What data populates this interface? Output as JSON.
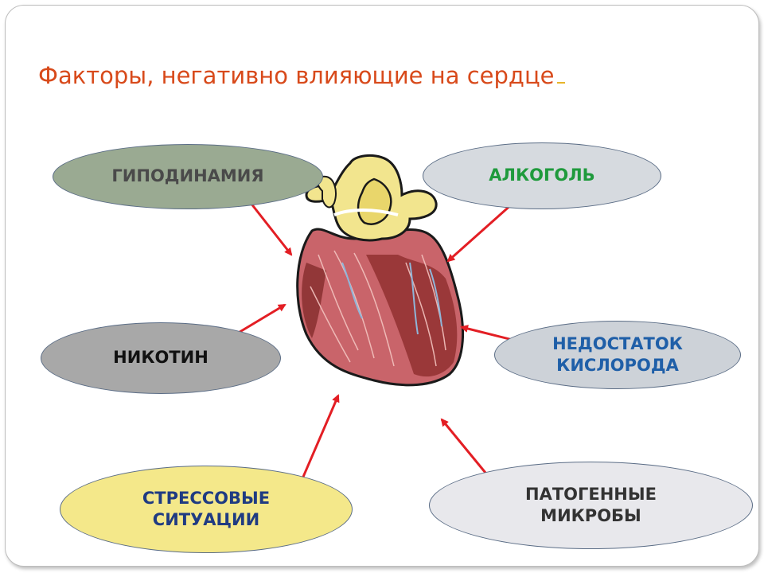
{
  "title": "Факторы, негативно влияющие на сердце",
  "factors": [
    {
      "label": "ГИПОДИНАМИЯ",
      "fill": "#9aaa92",
      "text_color": "#4a4a4a"
    },
    {
      "label": "АЛКОГОЛЬ",
      "fill": "#d6dadf",
      "text_color": "#1f9a3c"
    },
    {
      "label": "НИКОТИН",
      "fill": "#a8a8a8",
      "text_color": "#111111"
    },
    {
      "label": "НЕДОСТАТОК\nКИСЛОРОДА",
      "fill": "#cdd2d8",
      "text_color": "#1f5fa8"
    },
    {
      "label": "СТРЕССОВЫЕ\nСИТУАЦИИ",
      "fill": "#f4e88a",
      "text_color": "#1f3b82"
    },
    {
      "label": "ПАТОГЕННЫЕ\nМИКРОБЫ",
      "fill": "#e8e8ec",
      "text_color": "#333333"
    }
  ],
  "colors": {
    "title": "#d84a1b",
    "arrow": "#e31e24",
    "heart_muscle": "#c9646a",
    "heart_vessels": "#f2e58e"
  }
}
